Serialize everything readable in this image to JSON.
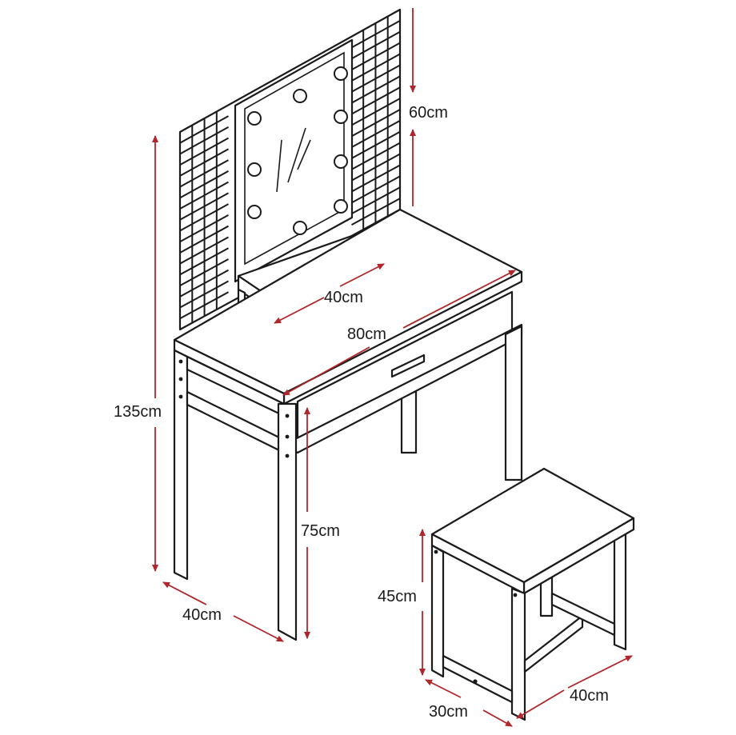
{
  "colors": {
    "outline": "#1a1a1a",
    "dimension_line": "#b0262a",
    "background": "#ffffff"
  },
  "dimensions": {
    "mirror_height": "60cm",
    "mirror_shelf_width": "40cm",
    "table_width": "80cm",
    "total_height": "135cm",
    "table_height": "75cm",
    "table_depth": "40cm",
    "stool_height": "45cm",
    "stool_depth": "30cm",
    "stool_width": "40cm"
  }
}
